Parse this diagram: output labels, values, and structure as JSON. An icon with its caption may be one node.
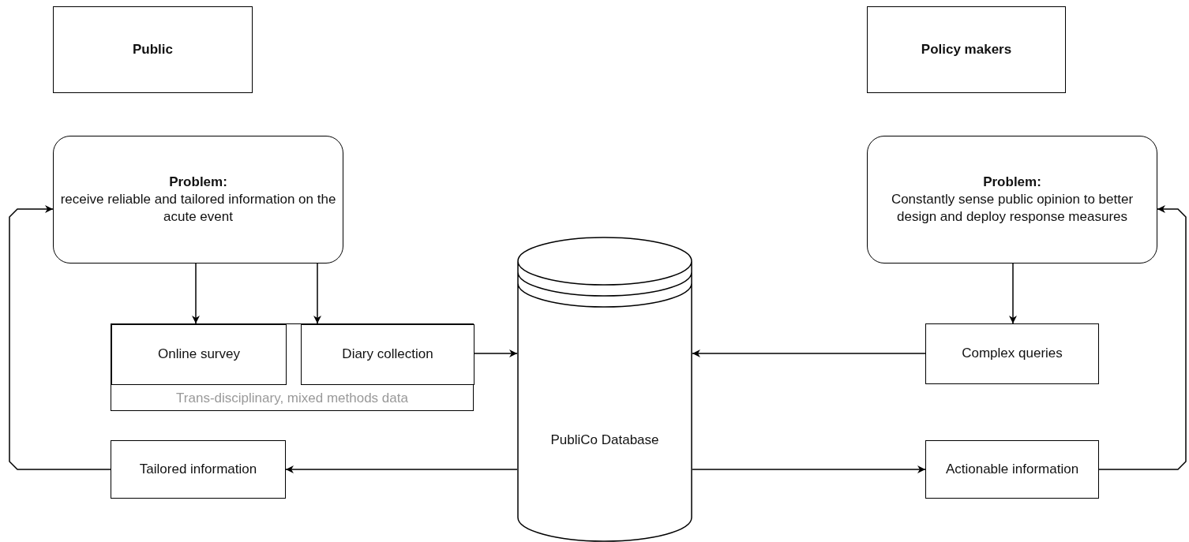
{
  "diagram": {
    "nodes": [
      {
        "text": [
          "Public"
        ]
      },
      {
        "text": [
          "Policy makers"
        ]
      },
      {
        "text": [
          "Problem:",
          "receive reliable and tailored information on the acute event"
        ]
      },
      {
        "text": [
          "Problem:",
          "Constantly sense public opinion to better design and deploy response measures"
        ]
      },
      {
        "text": [
          "Trans-disciplinary, mixed methods data"
        ]
      },
      {
        "text": [
          "Online survey"
        ],
        "in": 4
      },
      {
        "text": [
          "Diary collection"
        ],
        "in": 4
      },
      {
        "text": [
          "PubliCo Database"
        ]
      },
      {
        "text": [
          "Complex queries"
        ]
      },
      {
        "text": [
          "Tailored information"
        ]
      },
      {
        "text": [
          "Actionable information"
        ]
      }
    ],
    "edges": [
      {
        "from": 2,
        "to": 5,
        "arrow": "to"
      },
      {
        "from": 2,
        "to": 6,
        "arrow": "to"
      },
      {
        "from": 6,
        "to": 7,
        "arrow": "to"
      },
      {
        "from": 3,
        "to": 8,
        "arrow": "to"
      },
      {
        "from": 8,
        "to": 7,
        "arrow": "to"
      },
      {
        "from": 7,
        "to": 9,
        "arrow": "to"
      },
      {
        "from": 7,
        "to": 10,
        "arrow": "to"
      },
      {
        "from": 9,
        "to": 2,
        "arrow": "to"
      },
      {
        "from": 10,
        "to": 3,
        "arrow": "to"
      }
    ]
  }
}
